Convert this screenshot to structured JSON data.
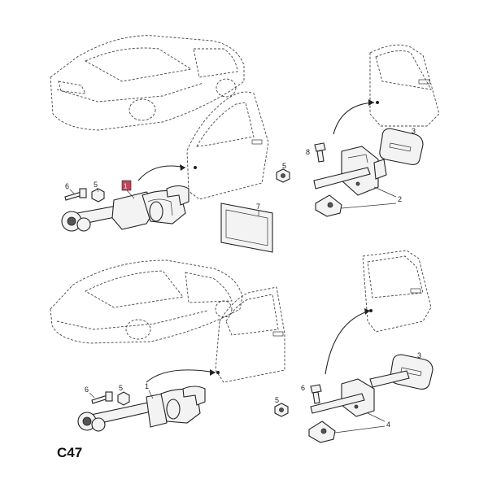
{
  "diagram": {
    "code": "C47",
    "callouts_top": {
      "highlight": "1",
      "bolt_a": "6",
      "bolt_b": "5",
      "pad": "7",
      "stop_pad": "3",
      "screw": "8",
      "nut": "5",
      "bracket": "2"
    },
    "callouts_bottom": {
      "check": "1",
      "bolt_a": "6",
      "bolt_b": "5",
      "stop_pad": "3",
      "screw": "6",
      "nut": "5",
      "bracket": "4"
    },
    "colors": {
      "highlight": "#c0445a",
      "line": "#222222"
    }
  }
}
